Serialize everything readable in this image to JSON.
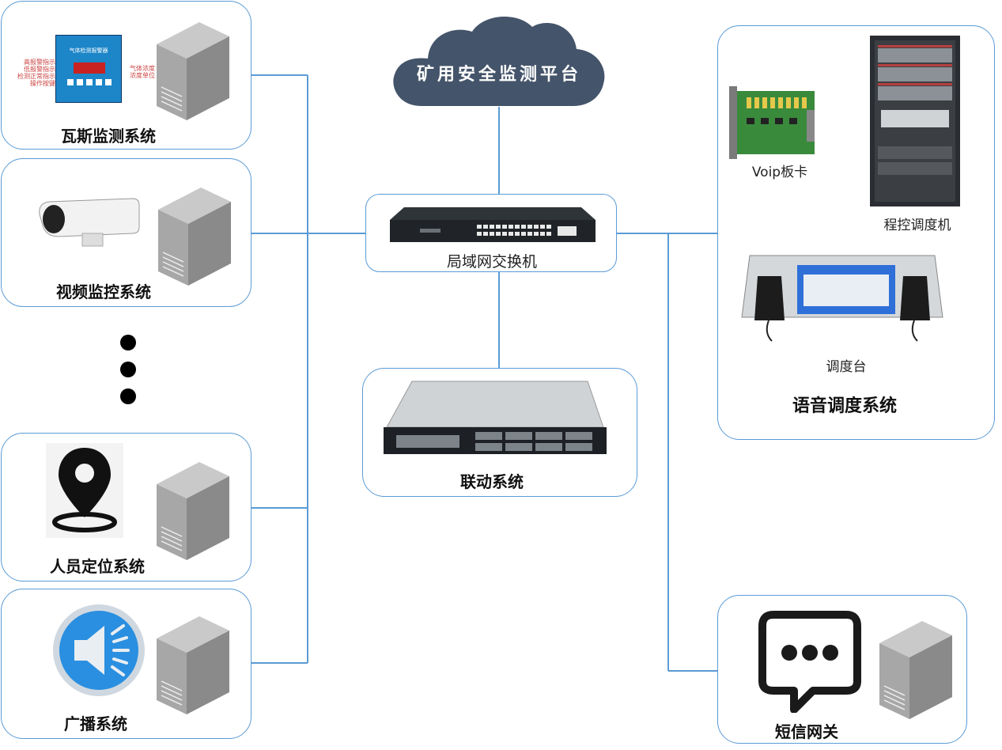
{
  "platform": {
    "label": "矿用安全监测平台"
  },
  "switch": {
    "label": "局域网交换机"
  },
  "linkage": {
    "label": "联动系统"
  },
  "left_systems": [
    {
      "label": "瓦斯监测系统"
    },
    {
      "label": "视频监控系统"
    },
    {
      "label": "人员定位系统"
    },
    {
      "label": "广播系统"
    }
  ],
  "gas_panel": {
    "title": "气体检测报警器",
    "left_labels": [
      "高报警指示",
      "低报警指示",
      "检测正常指示",
      "操作按键"
    ],
    "right_labels": [
      "气体浓度",
      "浓度单位"
    ]
  },
  "voice": {
    "title": "语音调度系统",
    "voip_label": "Voip板卡",
    "pbx_label": "程控调度机",
    "console_label": "调度台"
  },
  "sms": {
    "label": "短信网关"
  },
  "colors": {
    "line": "#5b9bd5",
    "cloud": "#44546a",
    "box_border": "#5b9bd5"
  }
}
